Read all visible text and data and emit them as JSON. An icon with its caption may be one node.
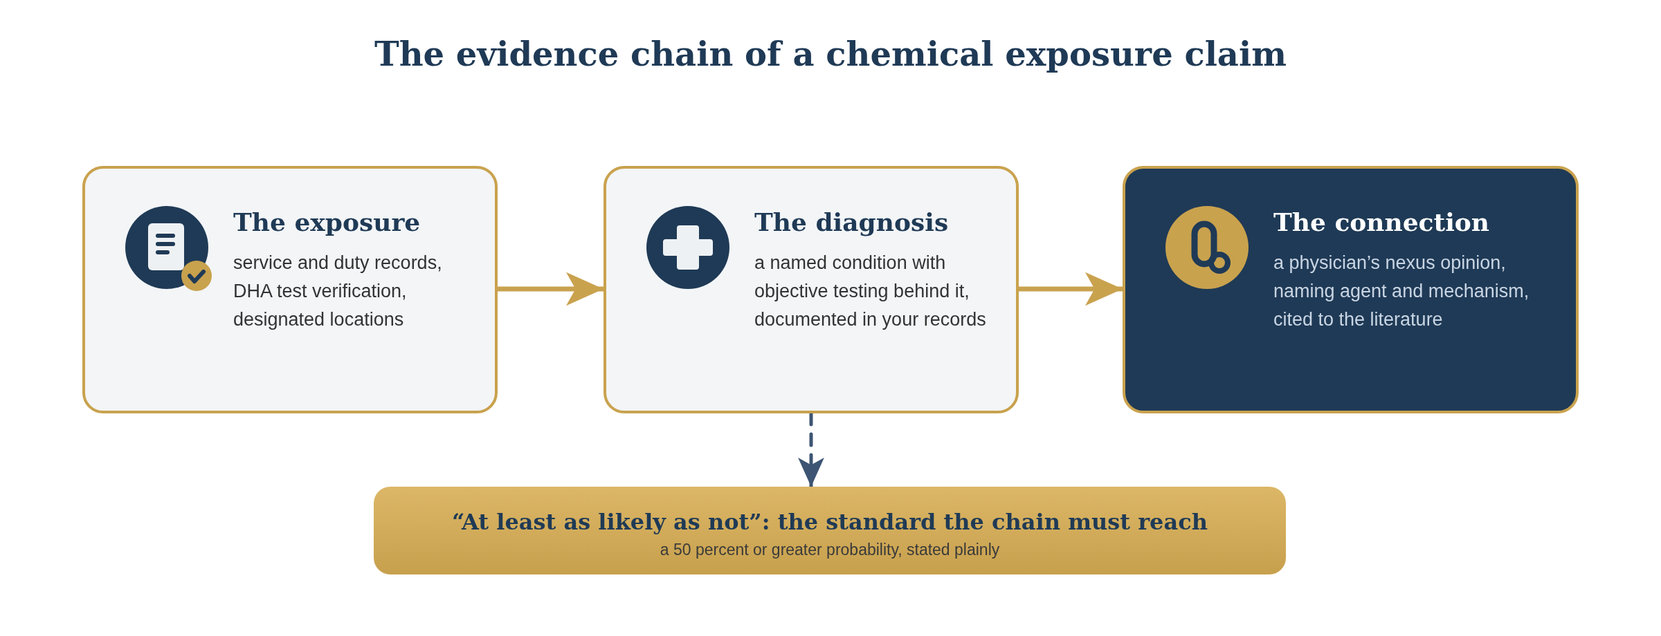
{
  "diagram": {
    "title": "The evidence chain of a chemical exposure claim",
    "nodes": [
      {
        "text": [
          "The exposure",
          "service and duty records, DHA test verification, designated locations"
        ]
      },
      {
        "text": [
          "The diagnosis",
          "a named condition with objective testing behind it, documented in your records"
        ]
      },
      {
        "text": [
          "The connection",
          "a physician’s nexus opinion, naming agent and mechanism, cited to the literature"
        ]
      },
      {
        "text": [
          "“At least as likely as not”: the standard the chain must reach",
          "a 50 percent or greater probability, stated plainly"
        ]
      }
    ],
    "edges": [
      {
        "from": 0,
        "to": 1,
        "arrow": "to"
      },
      {
        "from": 1,
        "to": 2,
        "arrow": "to"
      },
      {
        "from": 1,
        "to": 3,
        "arrow": "to",
        "style": "dashed",
        "color": "#3d5573"
      }
    ]
  }
}
